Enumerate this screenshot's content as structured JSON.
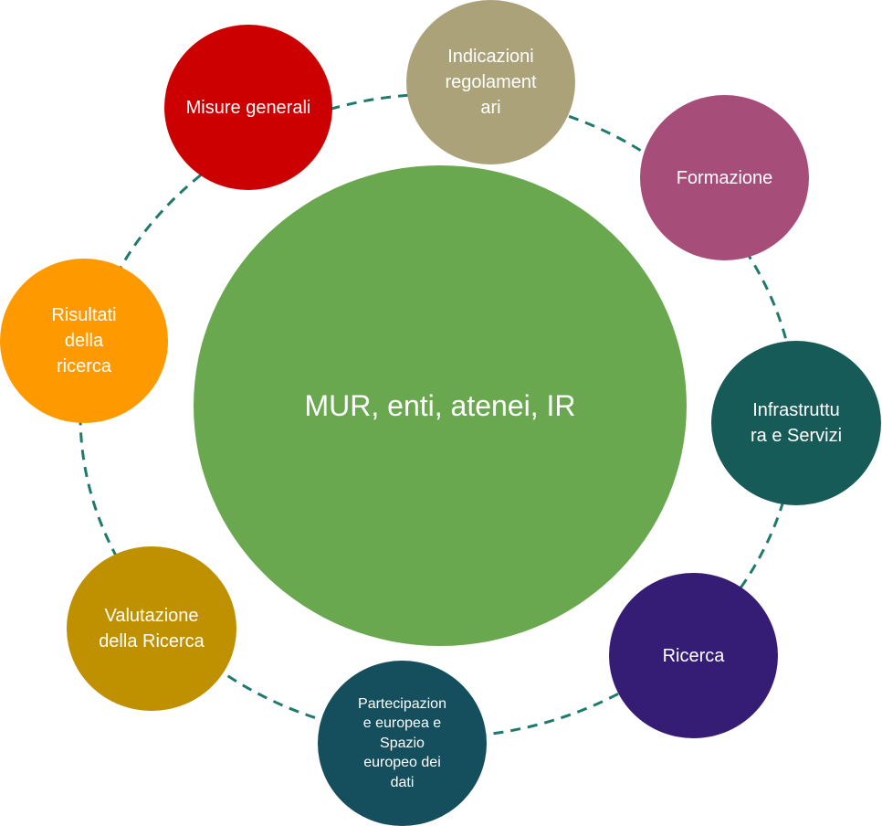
{
  "center": {
    "label": "MUR, enti, atenei, IR",
    "color": "#6aa84f"
  },
  "nodes": [
    {
      "id": "misure-generali",
      "label": "Misure generali",
      "color": "#cc0000"
    },
    {
      "id": "indicazioni-regolamentari",
      "label": "Indicazioni\nregolament\nari",
      "color": "#aba27a"
    },
    {
      "id": "formazione",
      "label": "Formazione",
      "color": "#a64d79"
    },
    {
      "id": "infrastruttura-servizi",
      "label": "Infrastruttu\nra e Servizi",
      "color": "#175b58"
    },
    {
      "id": "ricerca",
      "label": "Ricerca",
      "color": "#351c75"
    },
    {
      "id": "partecipazione-europea",
      "label": "Partecipazion\ne europea e\nSpazio\neuropeo dei\ndati",
      "color": "#154f5e"
    },
    {
      "id": "valutazione-ricerca",
      "label": "Valutazione\ndella Ricerca",
      "color": "#bf9000"
    },
    {
      "id": "risultati-ricerca",
      "label": "Risultati\ndella\nricerca",
      "color": "#ff9900"
    }
  ],
  "connector_color": "#1f7a6d"
}
